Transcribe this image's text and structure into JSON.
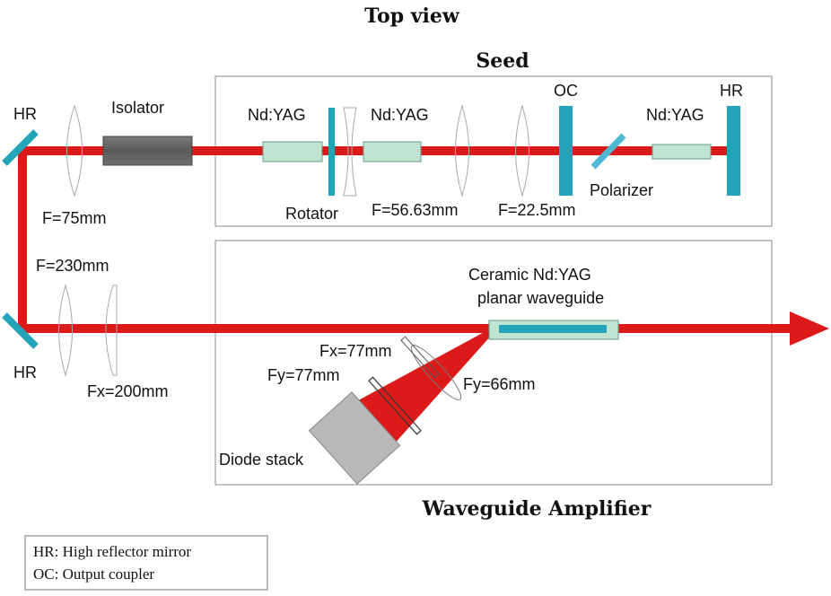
{
  "title": "Top view",
  "sections": {
    "seed": "Seed",
    "amplifier": "Waveguide Amplifier"
  },
  "labels": {
    "hr_top": "HR",
    "hr_bottom": "HR",
    "hr_seed": "HR",
    "isolator": "Isolator",
    "nd_yag_1": "Nd:YAG",
    "nd_yag_2": "Nd:YAG",
    "nd_yag_3": "Nd:YAG",
    "oc": "OC",
    "rotator": "Rotator",
    "polarizer": "Polarizer",
    "f_75": "F=75mm",
    "f_5663": "F=56.63mm",
    "f_225": "F=22.5mm",
    "f_230": "F=230mm",
    "fx_200": "Fx=200mm",
    "ceramic_line1": "Ceramic Nd:YAG",
    "ceramic_line2": "planar waveguide",
    "fx_77": "Fx=77mm",
    "fy_77": "Fy=77mm",
    "fy_66": "Fy=66mm",
    "diode_stack": "Diode stack"
  },
  "legend": {
    "hr": "HR: High reflector mirror",
    "oc": "OC: Output coupler"
  },
  "colors": {
    "beam": "#dd1a1a",
    "crystal_fill": "#bfe5d2",
    "crystal_stroke": "#6a9a86",
    "mirror": "#23a4b8",
    "isolator": "#606060",
    "diode": "#b8b8b8",
    "box_stroke": "#888888"
  }
}
